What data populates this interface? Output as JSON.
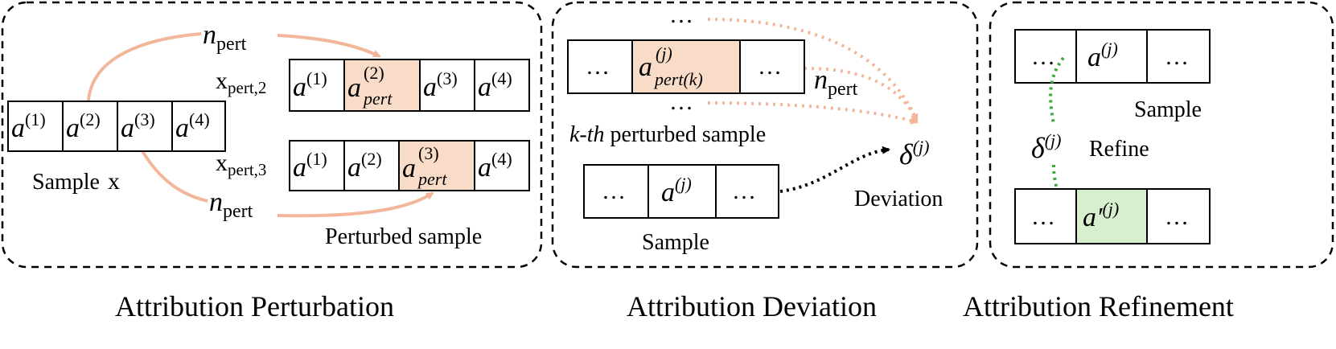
{
  "panels": {
    "perturbation": {
      "caption": "Attribution Perturbation",
      "sample_label_prefix": "Sample",
      "sample_label_var": "x",
      "perturbed_label": "Perturbed sample",
      "n_pert_base": "n",
      "n_pert_sub": "pert",
      "x_base": "x",
      "row2_sub": "pert,2",
      "row3_sub": "pert,3",
      "cell_base": "a",
      "sups": [
        "(1)",
        "(2)",
        "(3)",
        "(4)"
      ],
      "pert_sub": "pert"
    },
    "deviation": {
      "caption": "Attribution Deviation",
      "dots": "…",
      "cell_base": "a",
      "cell_sup": "(j)",
      "pert_sub": "pert(k)",
      "n_pert_base": "n",
      "n_pert_sub": "pert",
      "kth_italic": "k-th",
      "kth_rest": " perturbed sample",
      "sample_label": "Sample",
      "delta_base": "δ",
      "delta_sup": "(j)",
      "deviation_label": "Deviation"
    },
    "refinement": {
      "caption": "Attribution Refinement",
      "dots": "…",
      "cell_base": "a",
      "cell_sup": "(j)",
      "refined_base": "a′",
      "sample_label": "Sample",
      "delta_base": "δ",
      "delta_sup": "(j)",
      "refine_label": "Refine"
    }
  },
  "colors": {
    "highlight_orange": "#f9dcc8",
    "arrow_orange": "#f2b79b",
    "highlight_green": "#d5efcf",
    "arrow_green": "#3fa83a",
    "border_dashed": "#000000"
  }
}
